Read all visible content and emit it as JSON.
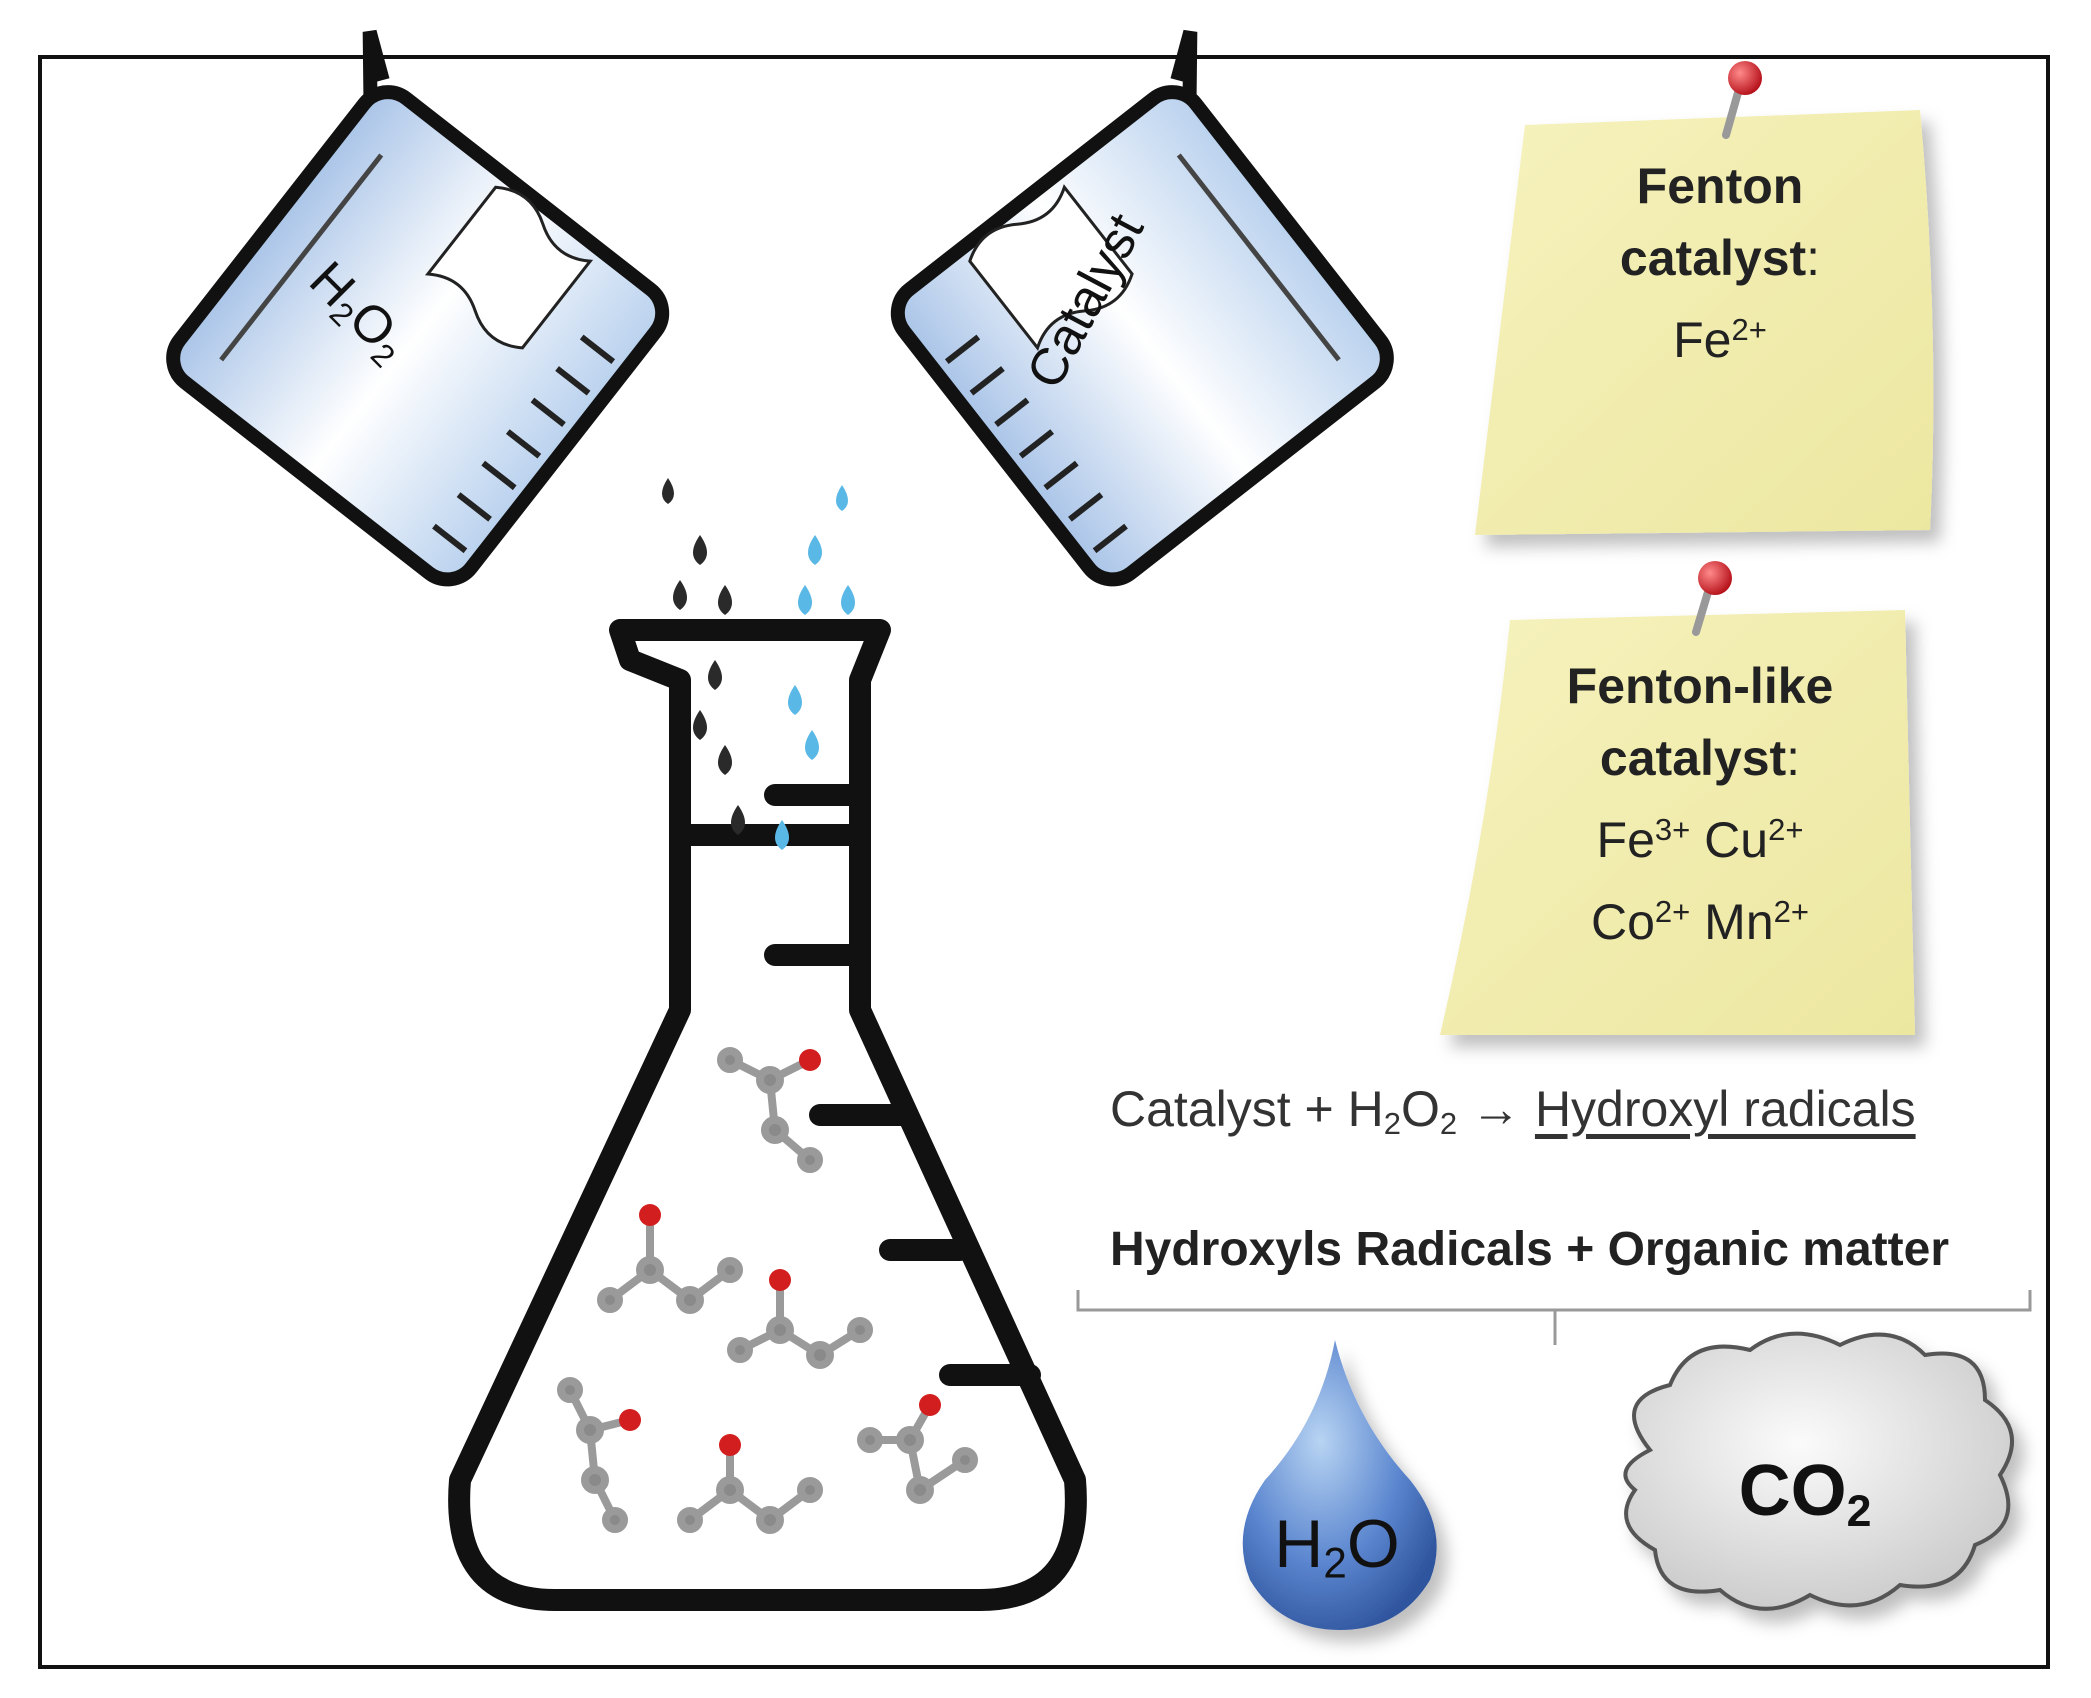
{
  "beakers": {
    "left_label": "H2O2",
    "right_label": "Catalyst"
  },
  "notes": {
    "fenton": {
      "title": "Fenton",
      "subtitle": "catalyst",
      "colon": ":",
      "ions": [
        "Fe2+"
      ]
    },
    "fenton_like": {
      "title": "Fenton-like",
      "subtitle": "catalyst",
      "colon": ":",
      "ions": [
        "Fe3+",
        "Cu2+",
        "Co2+",
        "Mn2+"
      ]
    }
  },
  "equation1": {
    "lhs": "Catalyst + H2O2",
    "arrow": "→",
    "rhs": "Hydroxyl radicals"
  },
  "equation2": "Hydroxyls Radicals + Organic matter",
  "products": {
    "water": "H2O",
    "carbon_dioxide": "CO2"
  },
  "colors": {
    "note_fill": "#f3efb0",
    "pin_head": "#d9232b",
    "drop_left": "#2a2a2a",
    "drop_right": "#5ab8e6",
    "water_drop": "#4a78c4",
    "cloud": "#d9d9d9",
    "oxygen_atom": "#d21e1e",
    "carbon_atom": "#8a8a8a"
  }
}
